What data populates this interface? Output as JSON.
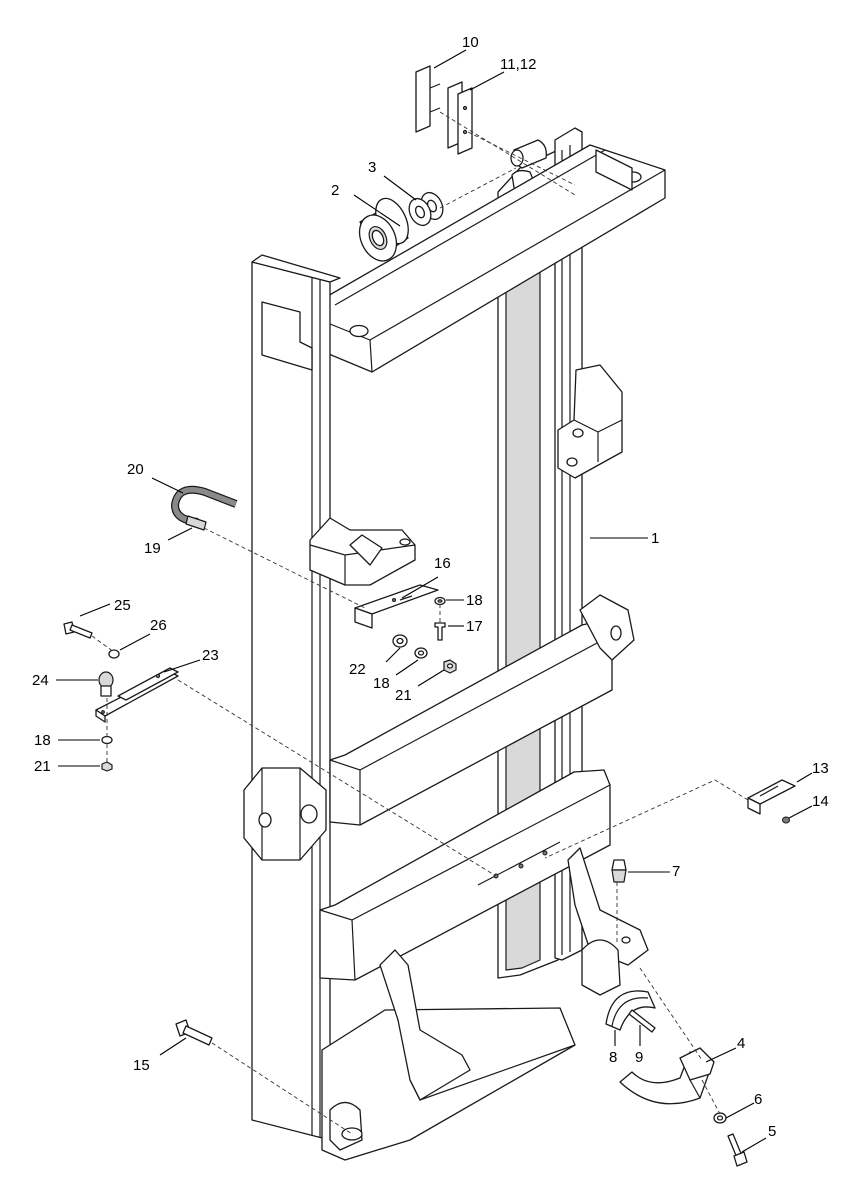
{
  "callouts": [
    {
      "id": "c1",
      "label": "1"
    },
    {
      "id": "c2",
      "label": "2"
    },
    {
      "id": "c3",
      "label": "3"
    },
    {
      "id": "c4",
      "label": "4"
    },
    {
      "id": "c5",
      "label": "5"
    },
    {
      "id": "c6",
      "label": "6"
    },
    {
      "id": "c7",
      "label": "7"
    },
    {
      "id": "c8",
      "label": "8"
    },
    {
      "id": "c9",
      "label": "9"
    },
    {
      "id": "c10",
      "label": "10"
    },
    {
      "id": "c11",
      "label": "11,12"
    },
    {
      "id": "c13",
      "label": "13"
    },
    {
      "id": "c14",
      "label": "14"
    },
    {
      "id": "c15",
      "label": "15"
    },
    {
      "id": "c16",
      "label": "16"
    },
    {
      "id": "c17",
      "label": "17"
    },
    {
      "id": "c18a",
      "label": "18"
    },
    {
      "id": "c18b",
      "label": "18"
    },
    {
      "id": "c18c",
      "label": "18"
    },
    {
      "id": "c19",
      "label": "19"
    },
    {
      "id": "c20",
      "label": "20"
    },
    {
      "id": "c21a",
      "label": "21"
    },
    {
      "id": "c21b",
      "label": "21"
    },
    {
      "id": "c22",
      "label": "22"
    },
    {
      "id": "c23",
      "label": "23"
    },
    {
      "id": "c24",
      "label": "24"
    },
    {
      "id": "c25",
      "label": "25"
    },
    {
      "id": "c26",
      "label": "26"
    }
  ]
}
